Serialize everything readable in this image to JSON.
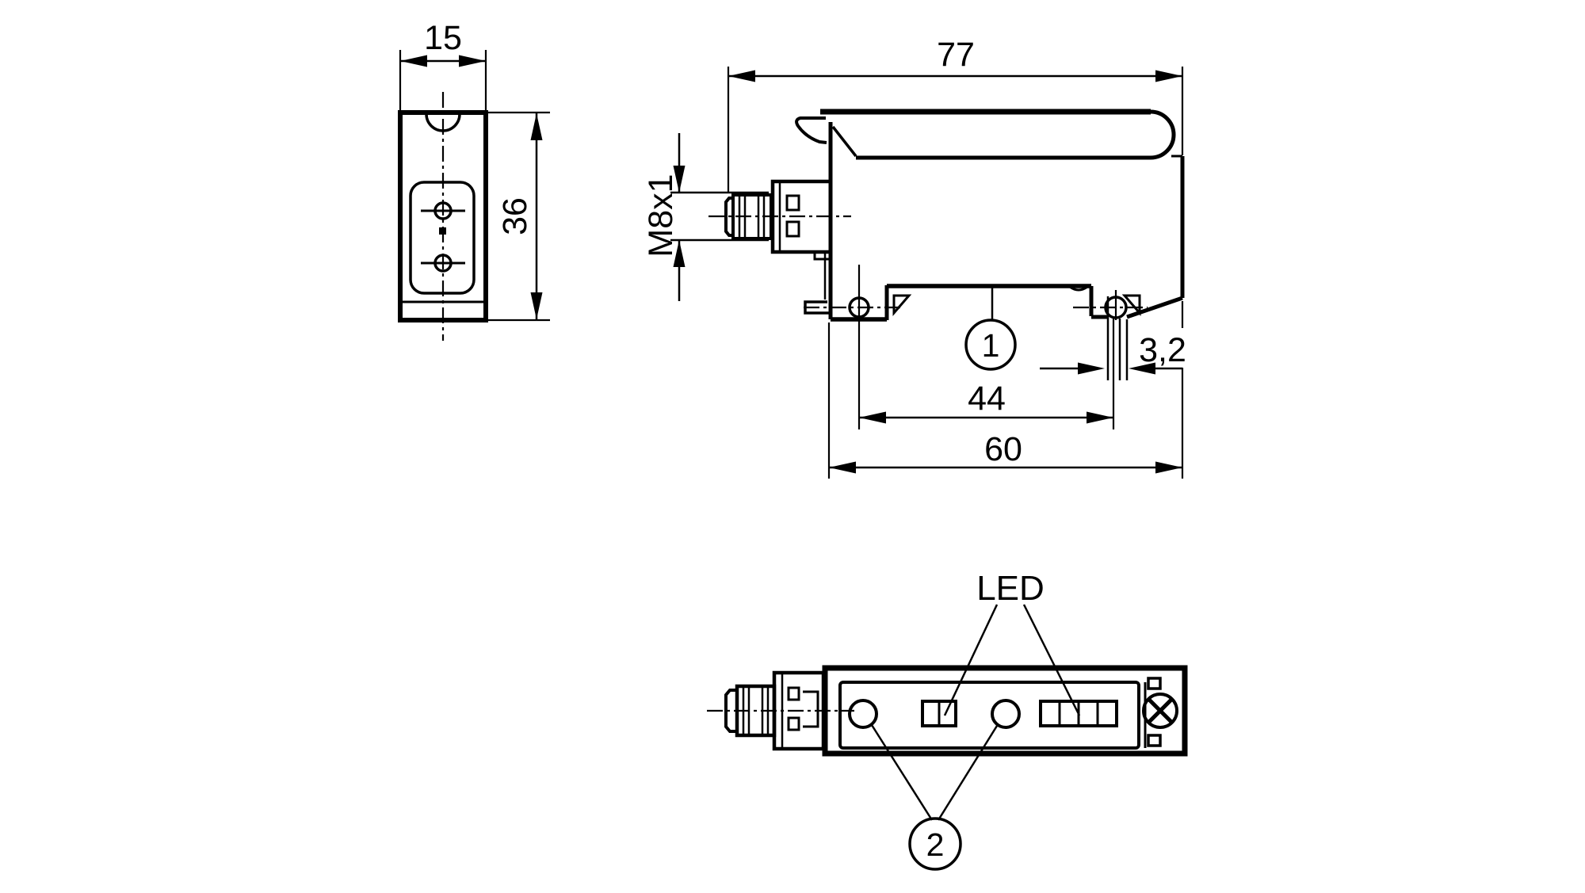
{
  "drawing": {
    "type": "dimensional-drawing",
    "background_color": "#ffffff",
    "line_color": "#000000",
    "front_view": {
      "width_dim": "15",
      "height_dim": "36"
    },
    "side_view": {
      "length_dim": "77",
      "thread_dim": "M8x1",
      "hole_spacing_dim": "44",
      "base_length_dim": "60",
      "slot_width_dim": "3,2",
      "callout": "1"
    },
    "top_view": {
      "led_label": "LED",
      "callout": "2"
    }
  }
}
